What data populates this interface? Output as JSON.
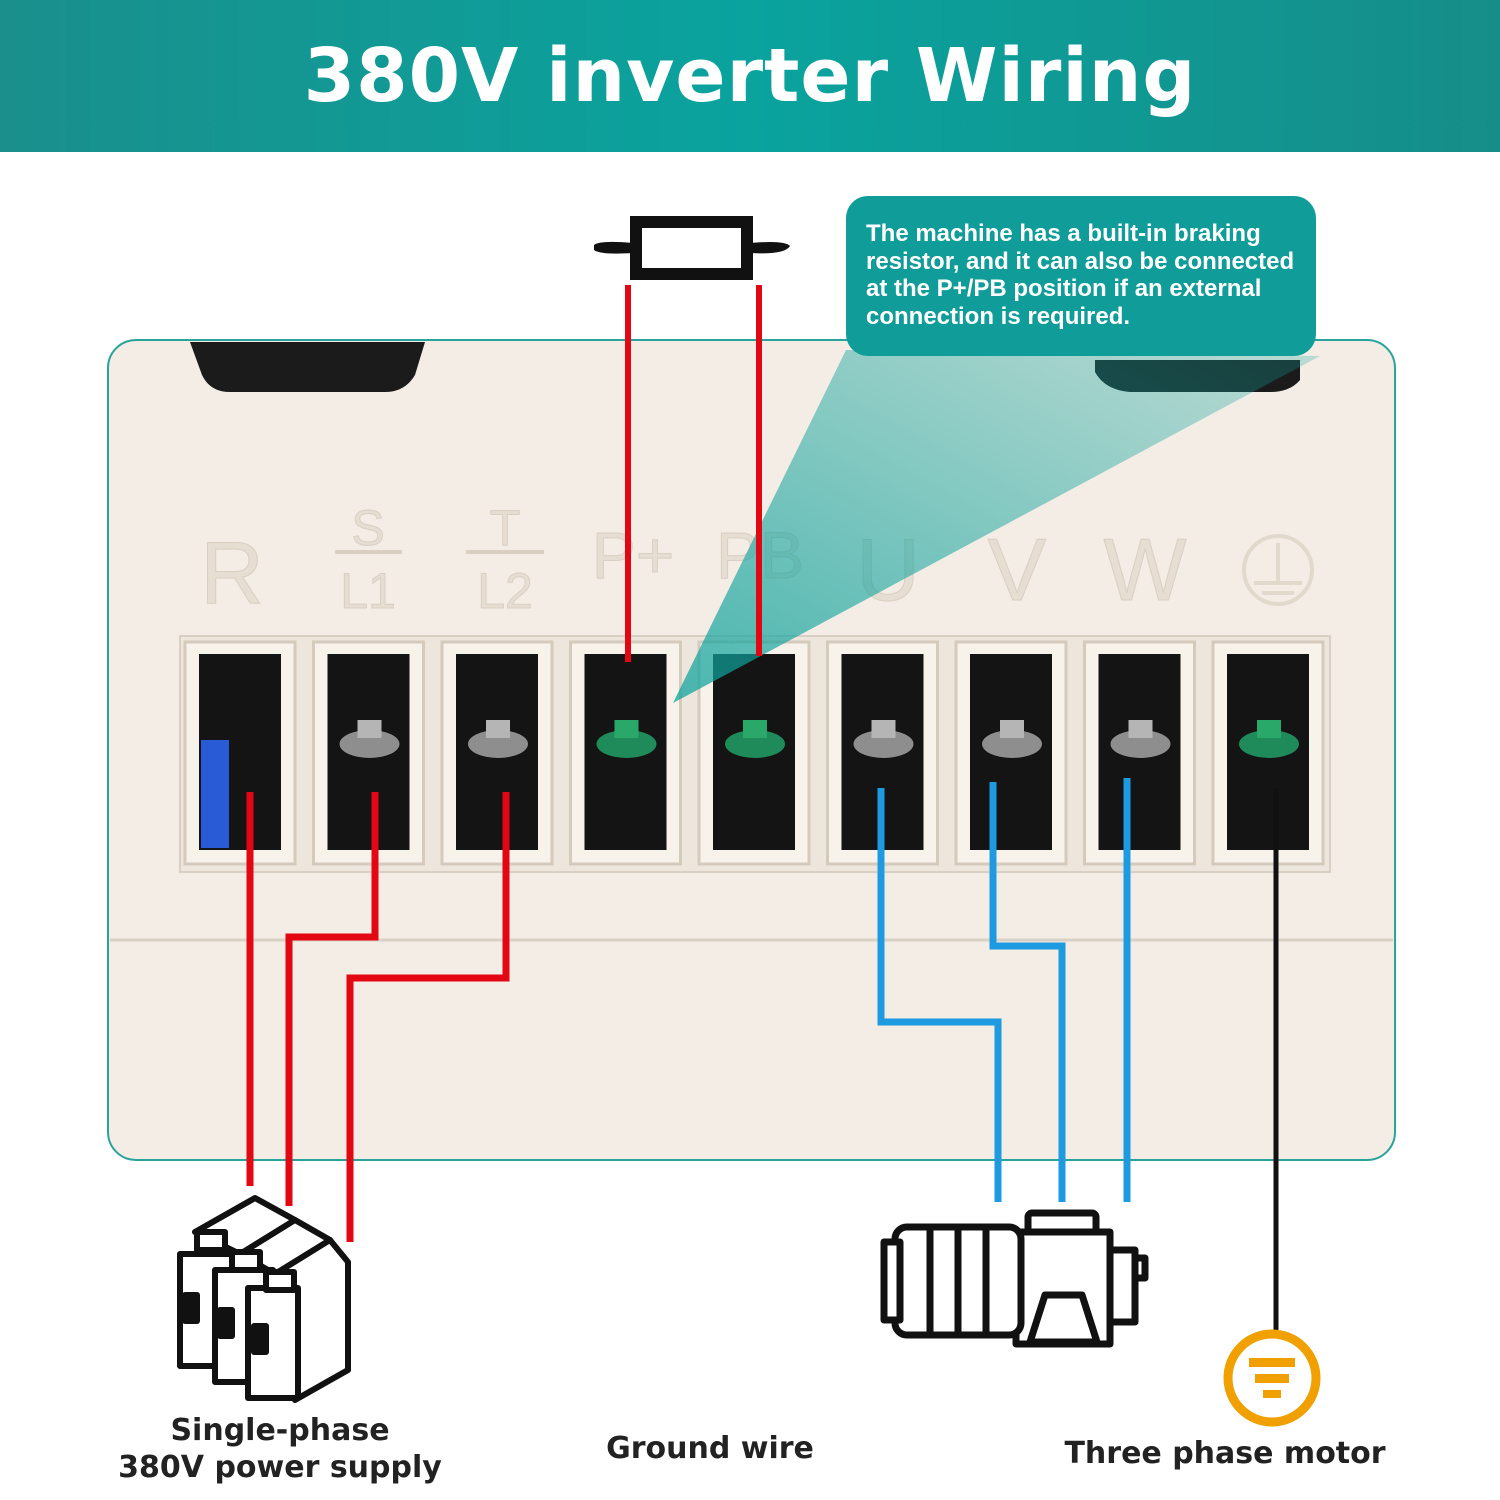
{
  "header": {
    "title": "380V inverter Wiring"
  },
  "callout": {
    "text": "The machine has a built-in braking resistor, and it can also be connected at the P+/PB position if an external connection is required."
  },
  "terminals": {
    "labels": [
      {
        "id": "R",
        "top": "",
        "bottom": "R"
      },
      {
        "id": "S",
        "top": "S",
        "bottom": "L1"
      },
      {
        "id": "T",
        "top": "T",
        "bottom": "L2"
      },
      {
        "id": "P",
        "top": "",
        "bottom": "P+"
      },
      {
        "id": "PB",
        "top": "",
        "bottom": "PB"
      },
      {
        "id": "U",
        "top": "",
        "bottom": "U"
      },
      {
        "id": "V",
        "top": "",
        "bottom": "V"
      },
      {
        "id": "W",
        "top": "",
        "bottom": "W"
      }
    ],
    "ground_symbol": "ground-icon"
  },
  "captions": {
    "power_line1": "Single-phase",
    "power_line2": "380V power supply",
    "ground": "Ground wire",
    "motor": "Three phase motor"
  },
  "colors": {
    "header": "#0ea39e",
    "callout": "#109c98",
    "power_wire": "#e30613",
    "motor_wire": "#1e9be0",
    "ground_wire": "#111111",
    "ground_icon": "#f0a000",
    "housing": "#f3ede5"
  }
}
